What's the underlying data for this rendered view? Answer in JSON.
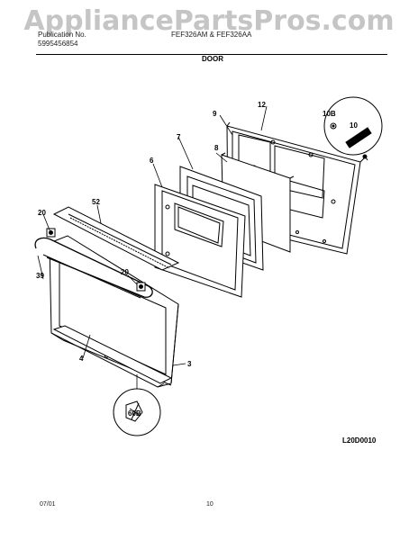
{
  "watermark": "AppliancePartsPros.com",
  "header": {
    "left_line1": "Publication No.",
    "left_line2": "5995456854",
    "models": "FEF326AM & FEF326AA",
    "section": "DOOR"
  },
  "callouts": {
    "c12": "12",
    "c9": "9",
    "c10B": "10B",
    "c10": "10",
    "c7": "7",
    "c8": "8",
    "c6": "6",
    "c52": "52",
    "c20a": "20",
    "c39": "39",
    "c20b": "20",
    "c4": "4",
    "c3": "3",
    "c60B": "60B"
  },
  "drawing_code": "L20D0010",
  "footer": {
    "date": "07/01",
    "page": "10"
  }
}
